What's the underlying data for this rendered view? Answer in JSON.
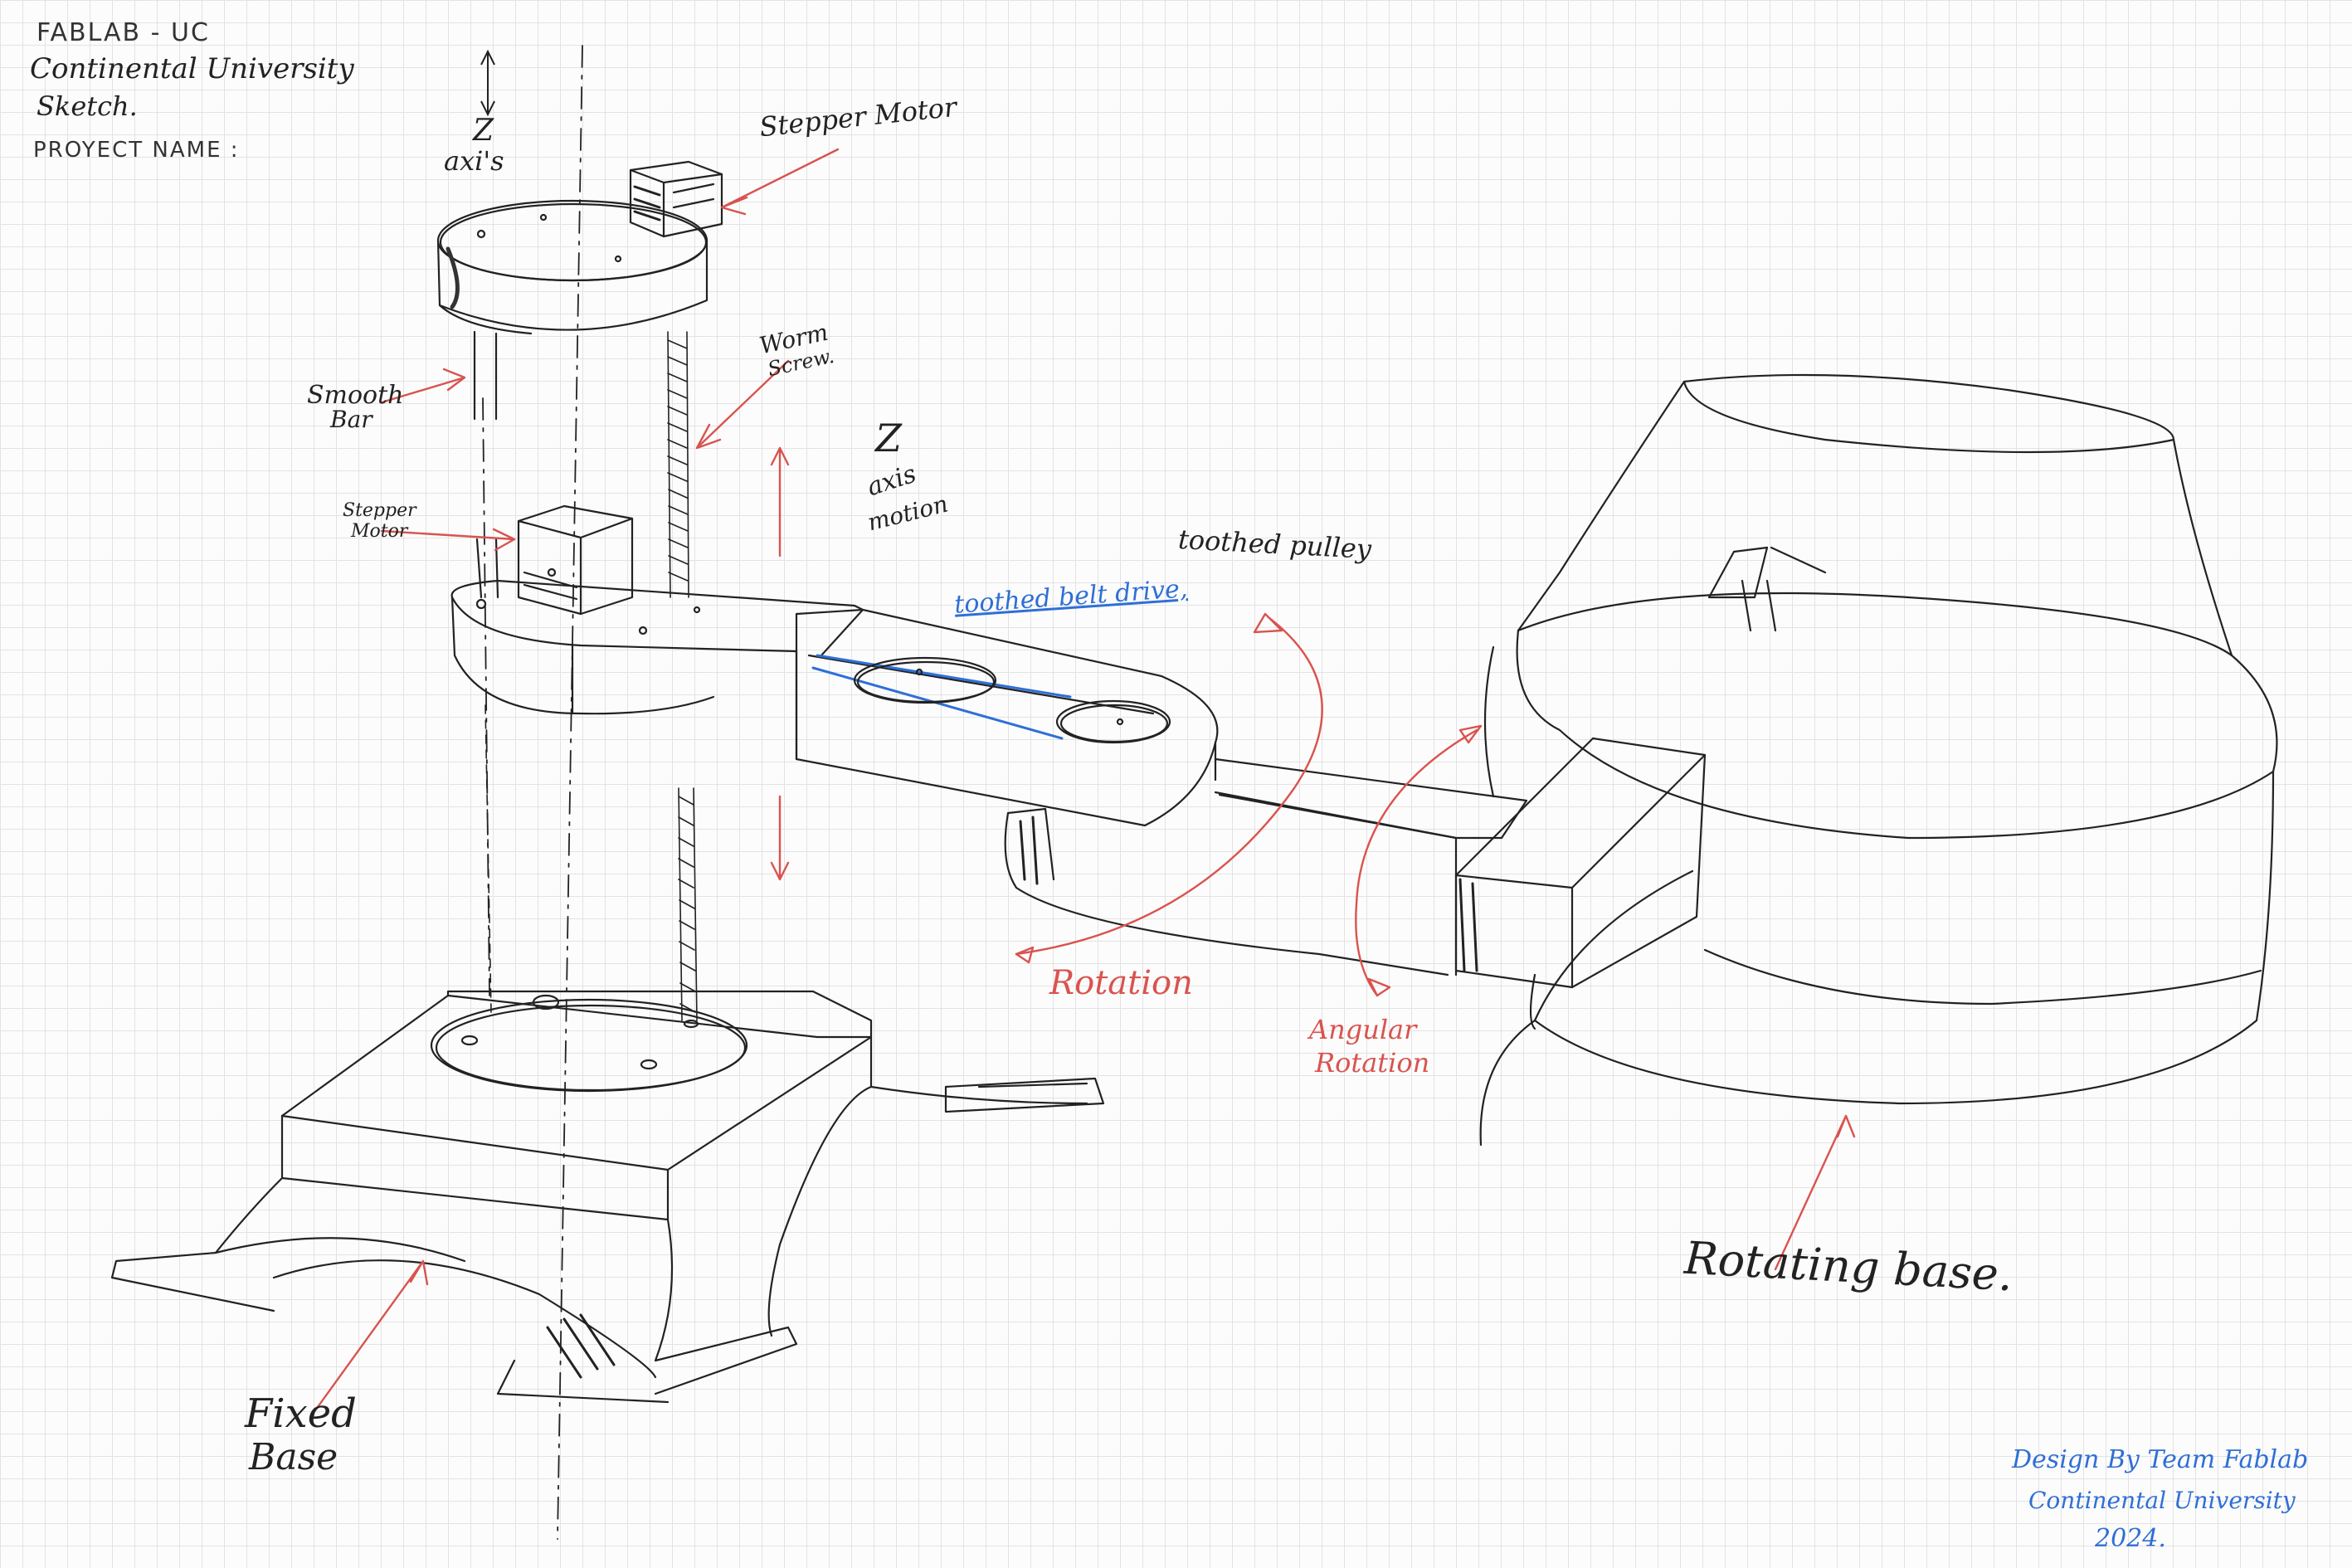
{
  "header": {
    "line1": "FABLAB - UC",
    "line2": "Continental University",
    "line3": "Sketch.",
    "project_label": "PROYECT NAME :"
  },
  "labels": {
    "z_axis": "Z",
    "z_axis_word": "axi's",
    "stepper_motor_top": "Stepper Motor",
    "smooth_bar_1": "Smooth",
    "smooth_bar_2": "Bar",
    "worm_screw_1": "Worm",
    "worm_screw_2": "Screw.",
    "z_axis_motion_1": "Z",
    "z_axis_motion_2": "axis",
    "z_axis_motion_3": "motion",
    "stepper_motor_mid_1": "Stepper",
    "stepper_motor_mid_2": "Motor",
    "toothed_pulley": "toothed pulley",
    "toothed_belt_drive": "toothed belt drive,",
    "rotation": "Rotation",
    "angular_rotation_1": "Angular",
    "angular_rotation_2": "Rotation",
    "rotating_base": "Rotating base.",
    "fixed_base_1": "Fixed",
    "fixed_base_2": "Base"
  },
  "signature": {
    "line1": "Design By Team Fablab",
    "line2": "Continental University",
    "line3": "2024."
  },
  "colors": {
    "ink": "#222222",
    "annotation_red": "#d9534f",
    "annotation_blue": "#2f6fd6",
    "grid": "#e3e3e3"
  }
}
